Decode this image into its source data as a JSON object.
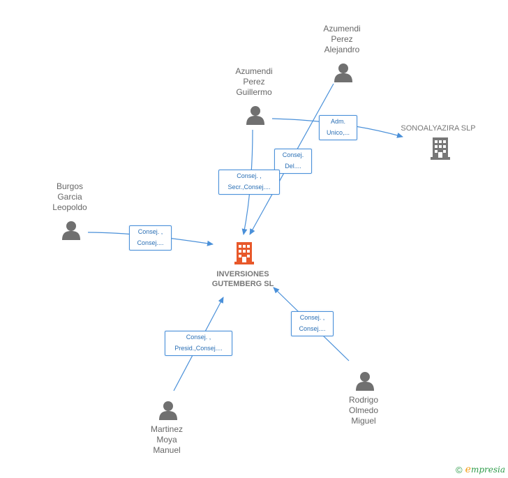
{
  "center_company": {
    "name_line1": "INVERSIONES",
    "name_line2": "GUTEMBERG SL",
    "color": "#e8582a"
  },
  "other_company": {
    "name": "SONOALYAZIRA SLP",
    "color": "#777777"
  },
  "persons": [
    {
      "id": "azumendi-alejandro",
      "lines": [
        "Azumendi",
        "Perez",
        "Alejandro"
      ]
    },
    {
      "id": "azumendi-guillermo",
      "lines": [
        "Azumendi",
        "Perez",
        "Guillermo"
      ]
    },
    {
      "id": "burgos",
      "lines": [
        "Burgos",
        "Garcia",
        "Leopoldo"
      ]
    },
    {
      "id": "martinez",
      "lines": [
        "Martinez",
        "Moya",
        "Manuel"
      ]
    },
    {
      "id": "rodrigo",
      "lines": [
        "Rodrigo",
        "Olmedo",
        "Miguel"
      ]
    }
  ],
  "relations": [
    {
      "id": "adm-unico",
      "lines": [
        "Adm.",
        "Unico,..."
      ]
    },
    {
      "id": "consej-del",
      "lines": [
        "Consej.",
        "Del...."
      ]
    },
    {
      "id": "consej-secr",
      "lines": [
        "Consej. ,",
        "Secr.,Consej...."
      ]
    },
    {
      "id": "consej-burgos",
      "lines": [
        "Consej. ,",
        "Consej...."
      ]
    },
    {
      "id": "consej-rodrigo",
      "lines": [
        "Consej. ,",
        "Consej...."
      ]
    },
    {
      "id": "consej-presid",
      "lines": [
        "Consej. ,",
        "Presid.,Consej...."
      ]
    }
  ],
  "footer": {
    "copyright": "©",
    "brand_rest": "mpresia",
    "brand_e": "e"
  },
  "colors": {
    "edge": "#4a90d9",
    "person": "#707070",
    "accent": "#e8582a"
  }
}
